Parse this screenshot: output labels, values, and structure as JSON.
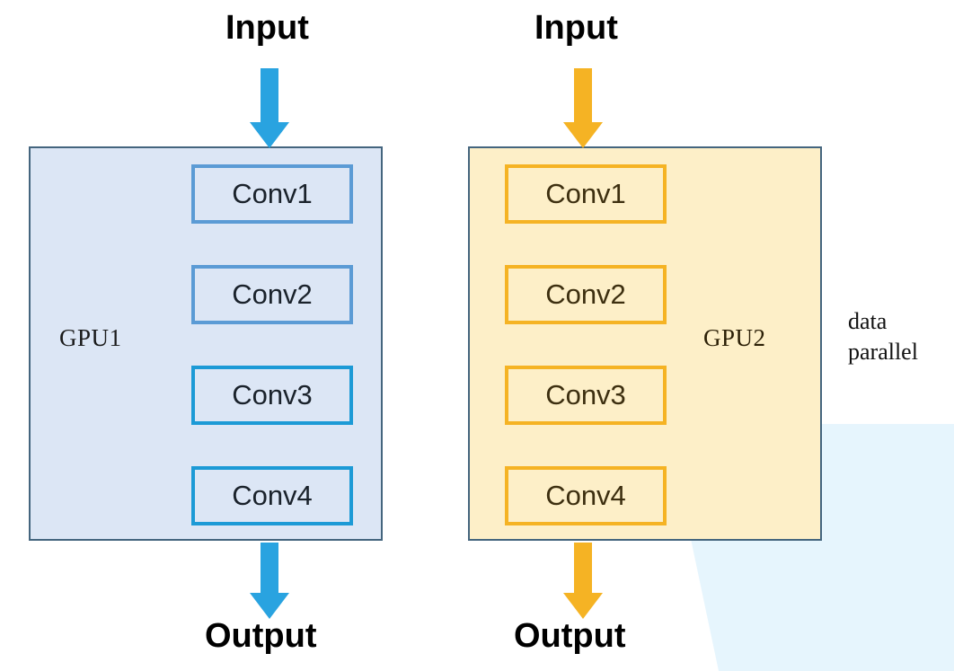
{
  "diagram": {
    "title": "data parallel",
    "side_note_lines": [
      "data",
      "parallel"
    ],
    "colors": {
      "blue_panel_fill": "#DCE6F5",
      "blue_panel_border": "#44657E",
      "amber_panel_fill": "#FDEFC8",
      "amber_panel_border": "#44657E",
      "blue_box_muted": "#5B9BD5",
      "blue_box_bright": "#1C9AD6",
      "amber_box_border": "#F5B324",
      "blue_arrow": "#29A3E0",
      "amber_arrow": "#F5B324",
      "wedge_overlay": "#E4F4FC",
      "text_dark": "#1A222B",
      "text_brown": "#3D2F10"
    }
  },
  "branches": [
    {
      "id": "gpu1",
      "input_label": "Input",
      "output_label": "Output",
      "panel_label": "GPU1",
      "arrow_color": "#29A3E0",
      "layers": [
        {
          "label": "Conv1",
          "border_style": "blue-muted"
        },
        {
          "label": "Conv2",
          "border_style": "blue-muted"
        },
        {
          "label": "Conv3",
          "border_style": "blue-bright"
        },
        {
          "label": "Conv4",
          "border_style": "blue-bright"
        }
      ]
    },
    {
      "id": "gpu2",
      "input_label": "Input",
      "output_label": "Output",
      "panel_label": "GPU2",
      "arrow_color": "#F5B324",
      "layers": [
        {
          "label": "Conv1",
          "border_style": "amber"
        },
        {
          "label": "Conv2",
          "border_style": "amber"
        },
        {
          "label": "Conv3",
          "border_style": "amber"
        },
        {
          "label": "Conv4",
          "border_style": "amber"
        }
      ]
    }
  ]
}
